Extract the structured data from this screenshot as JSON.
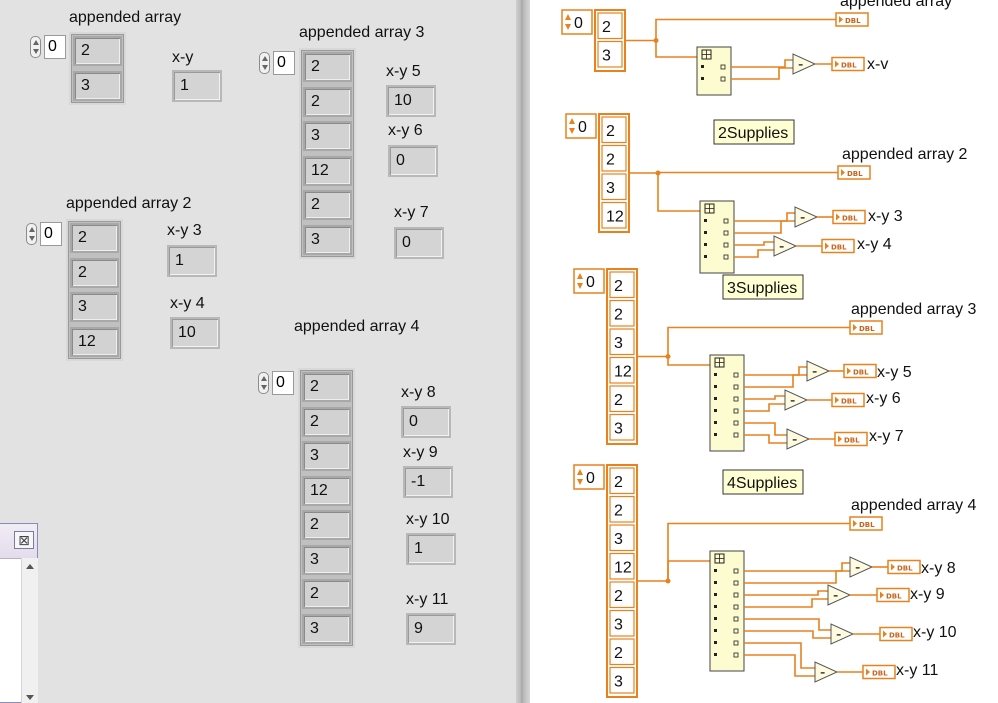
{
  "front_panel": {
    "indicators": [
      {
        "id": "appended-array",
        "label": "appended array",
        "index": "0",
        "values": [
          "2",
          "3"
        ]
      },
      {
        "id": "appended-array-2",
        "label": "appended array 2",
        "index": "0",
        "values": [
          "2",
          "2",
          "3",
          "12"
        ]
      },
      {
        "id": "appended-array-3",
        "label": "appended array 3",
        "index": "0",
        "values": [
          "2",
          "2",
          "3",
          "12",
          "2",
          "3"
        ]
      },
      {
        "id": "appended-array-4",
        "label": "appended array 4",
        "index": "0",
        "values": [
          "2",
          "2",
          "3",
          "12",
          "2",
          "3",
          "2",
          "3"
        ]
      }
    ],
    "numeric": [
      {
        "label": "x-y",
        "value": "1"
      },
      {
        "label": "x-y 3",
        "value": "1"
      },
      {
        "label": "x-y 4",
        "value": "10"
      },
      {
        "label": "x-y 5",
        "value": "10"
      },
      {
        "label": "x-y 6",
        "value": "0"
      },
      {
        "label": "x-y 7",
        "value": "0"
      },
      {
        "label": "x-y 8",
        "value": "0"
      },
      {
        "label": "x-y 9",
        "value": "-1"
      },
      {
        "label": "x-y 10",
        "value": "1"
      },
      {
        "label": "x-y 11",
        "value": "9"
      }
    ],
    "mini_window": {
      "close_glyph": "⊠"
    }
  },
  "block_diagram": {
    "sections": [
      {
        "comment": "",
        "array_label": "appended array",
        "index": "0",
        "constants": [
          "2",
          "3"
        ],
        "outputs": [
          "x-v"
        ]
      },
      {
        "comment": "2Supplies",
        "array_label": "appended array 2",
        "index": "0",
        "constants": [
          "2",
          "2",
          "3",
          "12"
        ],
        "outputs": [
          "x-y 3",
          "x-y 4"
        ]
      },
      {
        "comment": "3Supplies",
        "array_label": "appended array 3",
        "index": "0",
        "constants": [
          "2",
          "2",
          "3",
          "12",
          "2",
          "3"
        ],
        "outputs": [
          "x-y 5",
          "x-y 6",
          "x-y 7"
        ]
      },
      {
        "comment": "4Supplies",
        "array_label": "appended array 4",
        "index": "0",
        "constants": [
          "2",
          "2",
          "3",
          "12",
          "2",
          "3",
          "2",
          "3"
        ],
        "outputs": [
          "x-y 8",
          "x-y 9",
          "x-y 10",
          "x-y 11"
        ]
      }
    ],
    "terminal_text": "DBL",
    "subtract_symbol": "-",
    "wire_color": "#e8821e",
    "node_color": "#fdfbd0"
  }
}
